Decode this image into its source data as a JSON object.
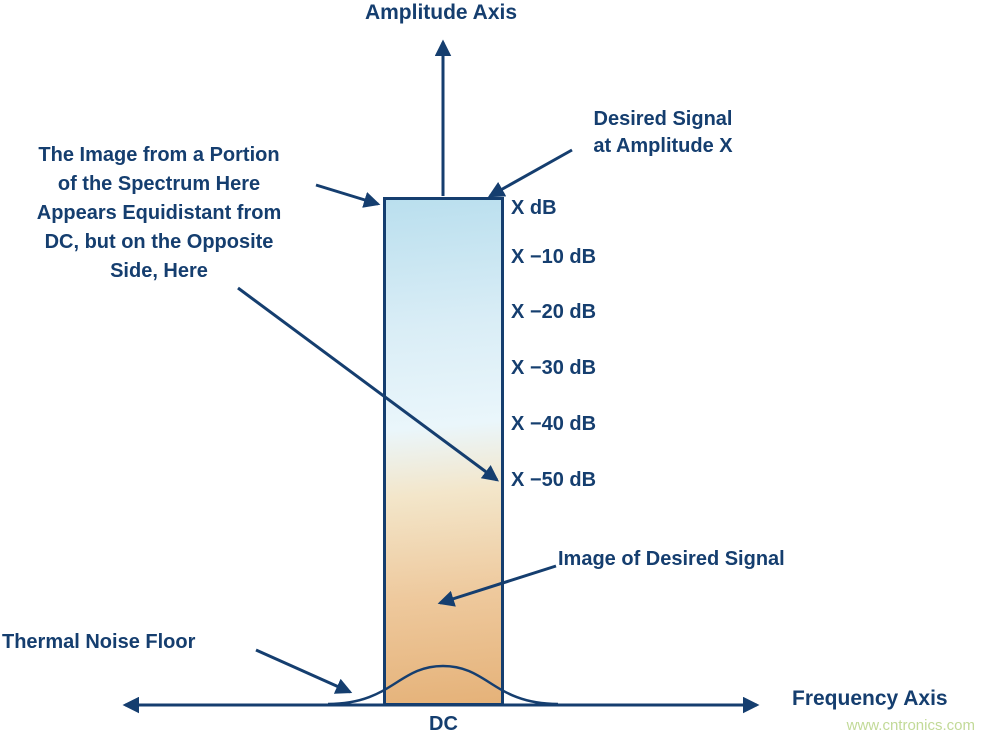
{
  "colors": {
    "accent": "#153e6f",
    "watermark": "#c2da98",
    "bar_top": "#badfee",
    "bar_mid": "#eaf6fb",
    "bar_bottom": "#e5b279"
  },
  "amplitude_axis_label": "Amplitude Axis",
  "frequency_axis_label": "Frequency Axis",
  "dc_label": "DC",
  "watermark_text": "www.cntronics.com",
  "db_labels": [
    "X dB",
    "X −10 dB",
    "X −20 dB",
    "X −30 dB",
    "X −40 dB",
    "X −50 dB"
  ],
  "annotations": {
    "desired_signal": "Desired Signal\nat Amplitude X",
    "image_portion": "The Image from a Portion\nof the Spectrum Here\nAppears Equidistant from\nDC, but on the Opposite\nSide, Here",
    "image_of_desired": "Image of Desired Signal",
    "thermal_noise": "Thermal Noise Floor"
  }
}
